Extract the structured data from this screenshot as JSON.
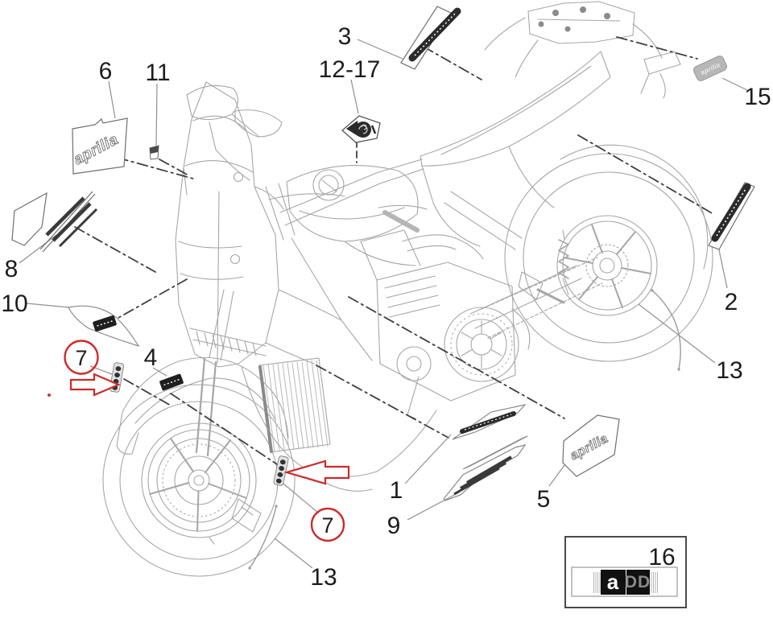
{
  "diagram_type": "motorcycle-decal-parts-diagram",
  "brand": {
    "decal6": "aprilia",
    "decal5": "aprilia",
    "decal15": "aprilia"
  },
  "callouts": {
    "c6": "6",
    "c11": "11",
    "c3": "3",
    "c12_17": "12-17",
    "c15": "15",
    "c8": "8",
    "c10": "10",
    "c2": "2",
    "c13r": "13",
    "c7a": "7",
    "c4": "4",
    "c1": "1",
    "c9": "9",
    "c7b": "7",
    "c5": "5",
    "c13b": "13"
  },
  "legend": {
    "number": "16",
    "badge_a": "a",
    "badge_dd": "DD"
  },
  "colors": {
    "annotation_red": "#cc2b2b",
    "art_line_gray": "#a6a6a6",
    "label_black": "#1c1c1c",
    "decal_dark": "#262626",
    "decal_gray": "#b7b7b7"
  }
}
